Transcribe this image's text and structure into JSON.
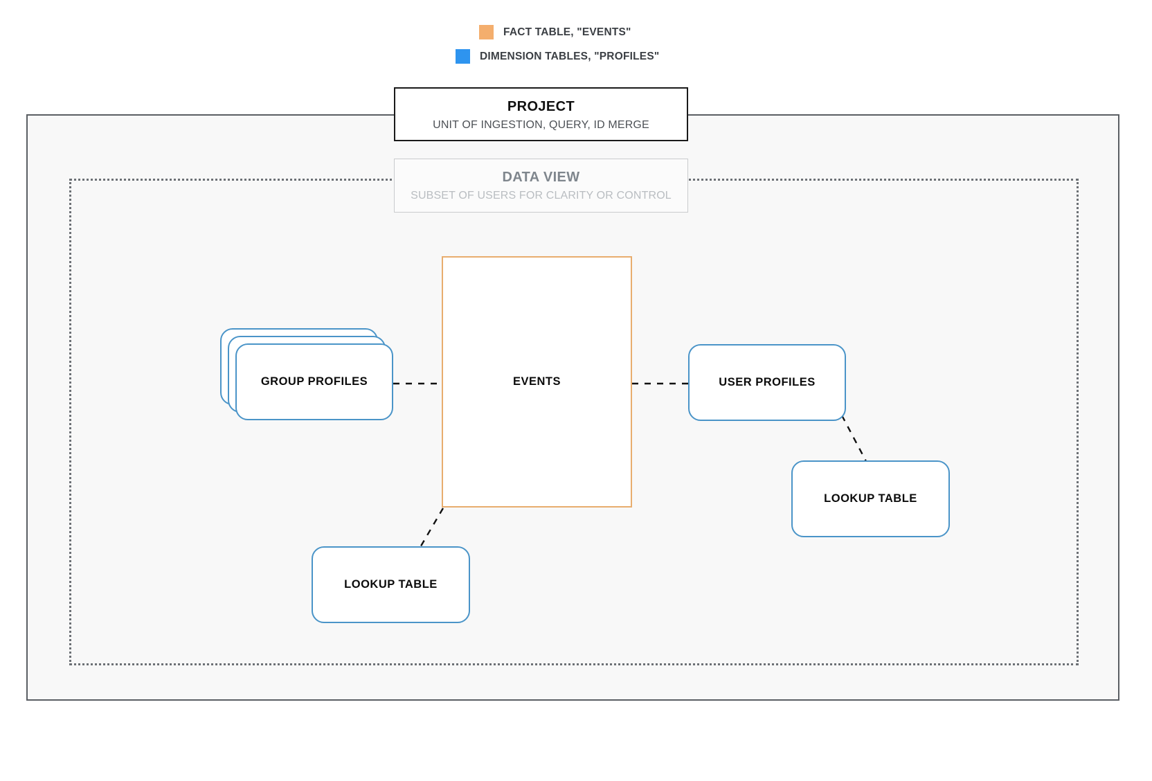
{
  "legend": {
    "items": [
      {
        "label": "FACT TABLE, \"EVENTS\"",
        "color": "#f4ae6d",
        "icon": "orange-square-swatch"
      },
      {
        "label": "DIMENSION TABLES, \"PROFILES\"",
        "color": "#2e94ef",
        "icon": "blue-square-swatch"
      }
    ]
  },
  "project": {
    "title": "PROJECT",
    "subtitle": "UNIT OF INGESTION, QUERY, ID MERGE"
  },
  "data_view": {
    "title": "DATA VIEW",
    "subtitle": "SUBSET OF USERS FOR CLARITY OR CONTROL"
  },
  "nodes": {
    "events": {
      "label": "EVENTS",
      "type": "fact",
      "border_color": "#e8ad6e"
    },
    "group_profiles": {
      "label": "GROUP PROFILES",
      "type": "dimension",
      "stacked": true,
      "border_color": "#4a94c8"
    },
    "user_profiles": {
      "label": "USER PROFILES",
      "type": "dimension",
      "border_color": "#4a94c8"
    },
    "lookup_table_left": {
      "label": "LOOKUP TABLE",
      "type": "dimension",
      "border_color": "#4a94c8"
    },
    "lookup_table_right": {
      "label": "LOOKUP TABLE",
      "type": "dimension",
      "border_color": "#4a94c8"
    }
  },
  "connections": [
    {
      "from": "group_profiles",
      "to": "events",
      "style": "dashed"
    },
    {
      "from": "events",
      "to": "user_profiles",
      "style": "dashed"
    },
    {
      "from": "user_profiles",
      "to": "lookup_table_right",
      "style": "dashed"
    },
    {
      "from": "events",
      "to": "lookup_table_left",
      "style": "dashed"
    }
  ],
  "frames": {
    "project_frame": {
      "style": "solid",
      "color": "#5a5e63",
      "fill": "#f8f8f8"
    },
    "data_view_frame": {
      "style": "dotted",
      "color": "#6c7075"
    }
  }
}
